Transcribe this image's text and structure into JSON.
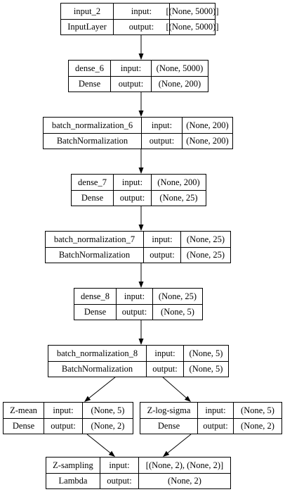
{
  "nodes": [
    {
      "id": "input_2",
      "name": "input_2",
      "type": "InputLayer",
      "in_label": "input:",
      "in_shape": "[(None, 5000)]",
      "out_label": "output:",
      "out_shape": "[(None, 5000)]"
    },
    {
      "id": "dense_6",
      "name": "dense_6",
      "type": "Dense",
      "in_label": "input:",
      "in_shape": "(None, 5000)",
      "out_label": "output:",
      "out_shape": "(None, 200)"
    },
    {
      "id": "batch_normalization_6",
      "name": "batch_normalization_6",
      "type": "BatchNormalization",
      "in_label": "input:",
      "in_shape": "(None, 200)",
      "out_label": "output:",
      "out_shape": "(None, 200)"
    },
    {
      "id": "dense_7",
      "name": "dense_7",
      "type": "Dense",
      "in_label": "input:",
      "in_shape": "(None, 200)",
      "out_label": "output:",
      "out_shape": "(None, 25)"
    },
    {
      "id": "batch_normalization_7",
      "name": "batch_normalization_7",
      "type": "BatchNormalization",
      "in_label": "input:",
      "in_shape": "(None, 25)",
      "out_label": "output:",
      "out_shape": "(None, 25)"
    },
    {
      "id": "dense_8",
      "name": "dense_8",
      "type": "Dense",
      "in_label": "input:",
      "in_shape": "(None, 25)",
      "out_label": "output:",
      "out_shape": "(None, 5)"
    },
    {
      "id": "batch_normalization_8",
      "name": "batch_normalization_8",
      "type": "BatchNormalization",
      "in_label": "input:",
      "in_shape": "(None, 5)",
      "out_label": "output:",
      "out_shape": "(None, 5)"
    },
    {
      "id": "z_mean",
      "name": "Z-mean",
      "type": "Dense",
      "in_label": "input:",
      "in_shape": "(None, 5)",
      "out_label": "output:",
      "out_shape": "(None, 2)"
    },
    {
      "id": "z_log_sigma",
      "name": "Z-log-sigma",
      "type": "Dense",
      "in_label": "input:",
      "in_shape": "(None, 5)",
      "out_label": "output:",
      "out_shape": "(None, 2)"
    },
    {
      "id": "z_sampling",
      "name": "Z-sampling",
      "type": "Lambda",
      "in_label": "input:",
      "in_shape": "[(None, 2), (None, 2)]",
      "out_label": "output:",
      "out_shape": "(None, 2)"
    }
  ],
  "edges": [
    {
      "from": "input_2",
      "to": "dense_6"
    },
    {
      "from": "dense_6",
      "to": "batch_normalization_6"
    },
    {
      "from": "batch_normalization_6",
      "to": "dense_7"
    },
    {
      "from": "dense_7",
      "to": "batch_normalization_7"
    },
    {
      "from": "batch_normalization_7",
      "to": "dense_8"
    },
    {
      "from": "dense_8",
      "to": "batch_normalization_8"
    },
    {
      "from": "batch_normalization_8",
      "to": "z_mean"
    },
    {
      "from": "batch_normalization_8",
      "to": "z_log_sigma"
    },
    {
      "from": "z_mean",
      "to": "z_sampling"
    },
    {
      "from": "z_log_sigma",
      "to": "z_sampling"
    }
  ]
}
